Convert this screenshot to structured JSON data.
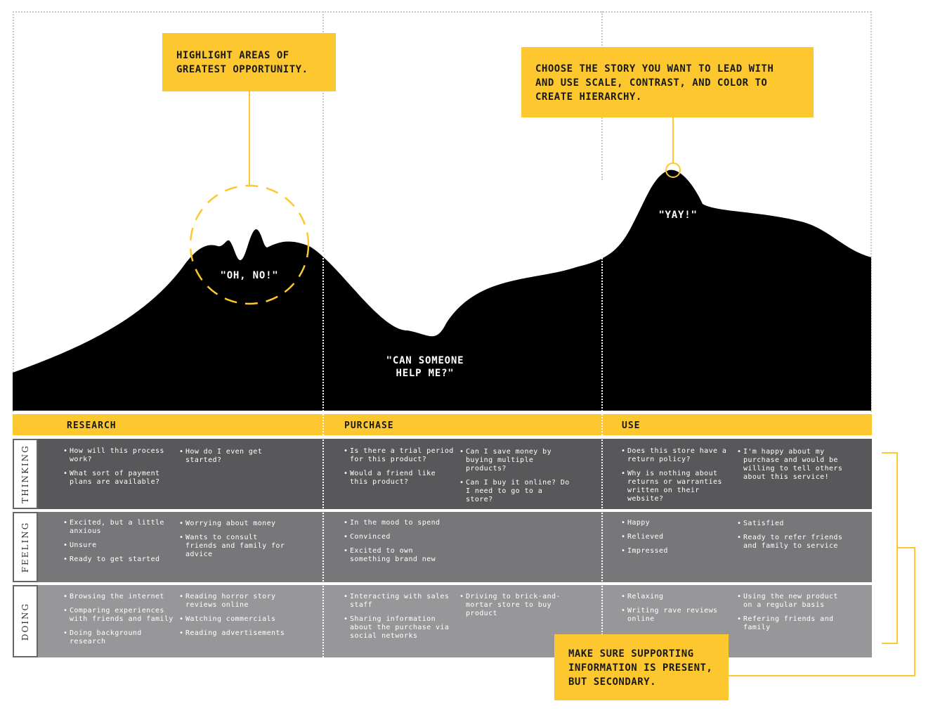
{
  "callouts": {
    "opportunity": [
      "HIGHLIGHT AREAS OF",
      "GREATEST OPPORTUNITY."
    ],
    "story": [
      "CHOOSE THE STORY YOU WANT TO LEAD WITH",
      "AND USE SCALE, CONTRAST, AND COLOR TO",
      "CREATE HIERARCHY."
    ],
    "supporting": [
      "MAKE SURE SUPPORTING",
      "INFORMATION IS PRESENT,",
      "BUT SECONDARY."
    ]
  },
  "quotes": {
    "oh_no": "\"OH, NO!\"",
    "help": [
      "\"CAN SOMEONE",
      "HELP ME?\""
    ],
    "yay": "\"YAY!\""
  },
  "stages": [
    "RESEARCH",
    "PURCHASE",
    "USE"
  ],
  "rows": [
    {
      "label": "THINKING",
      "color": "#58585a",
      "cells": [
        [
          "How will this process work?",
          "What sort of payment plans are available?"
        ],
        [
          "How do I even get started?"
        ],
        [
          "Is there a trial period for this product?",
          "Would a friend like this product?"
        ],
        [
          "Can I save money by buying multiple products?",
          "Can I buy it online? Do I need to go to a store?"
        ],
        [
          "Does this store have a return policy?",
          "Why is nothing about returns or warranties written on their website?"
        ],
        [
          "I'm happy about my purchase and would be willing to tell others about this service!"
        ]
      ]
    },
    {
      "label": "FEELING",
      "color": "#77777a",
      "cells": [
        [
          "Excited, but a little anxious",
          "Unsure",
          "Ready to get started"
        ],
        [
          "Worrying about money",
          "Wants to consult friends and family for advice"
        ],
        [
          "In the mood to spend",
          "Convinced",
          "Excited to own something brand new"
        ],
        [],
        [
          "Happy",
          "Relieved",
          "Impressed"
        ],
        [
          "Satisfied",
          "Ready to refer friends and family to service"
        ]
      ]
    },
    {
      "label": "DOING",
      "color": "#97979a",
      "cells": [
        [
          "Browsing the internet",
          "Comparing experiences with friends and family",
          "Doing background research"
        ],
        [
          "Reading horror story reviews online",
          "Watching commercials",
          "Reading advertisements"
        ],
        [
          "Interacting with sales staff",
          "Sharing information about the purchase via social networks"
        ],
        [
          "Driving to brick-and-mortar store to buy product"
        ],
        [
          "Relaxing",
          "Writing rave reviews online"
        ],
        [
          "Using the new product on a regular basis",
          "Refering friends and family"
        ]
      ]
    }
  ],
  "colors": {
    "accent": "#fdc82f",
    "curve": "#000000"
  }
}
